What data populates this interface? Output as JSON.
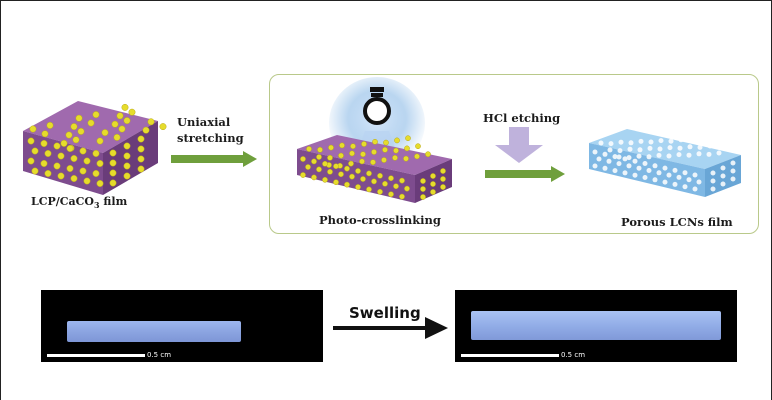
{
  "labels": {
    "lcp_film": "LCP/CaCO",
    "lcp_sub": "3",
    "lcp_suffix": " film",
    "uniaxial": "Uniaxial",
    "stretching": "stretching",
    "photo_crosslinking": "Photo-crosslinking",
    "hcl_etching": "HCl etching",
    "porous_film": "Porous LCNs film",
    "swelling": "Swelling",
    "scale_left": "0.5 cm",
    "scale_right": "0.5 cm"
  },
  "colors": {
    "film_purple": "#8e5a9e",
    "particle_yellow": "#e6dc2c",
    "arrow_green": "#6f9f3c",
    "panel_border": "#b9c98a",
    "hcl_arrow": "#bfb2dc",
    "porous_blue": "#8fc6ec",
    "lamp_glow": "#9cc4ea",
    "photo_bg": "#000000",
    "strip_blue": "#8ea9e6"
  },
  "icons": {
    "lamp": "lightbulb-icon"
  }
}
